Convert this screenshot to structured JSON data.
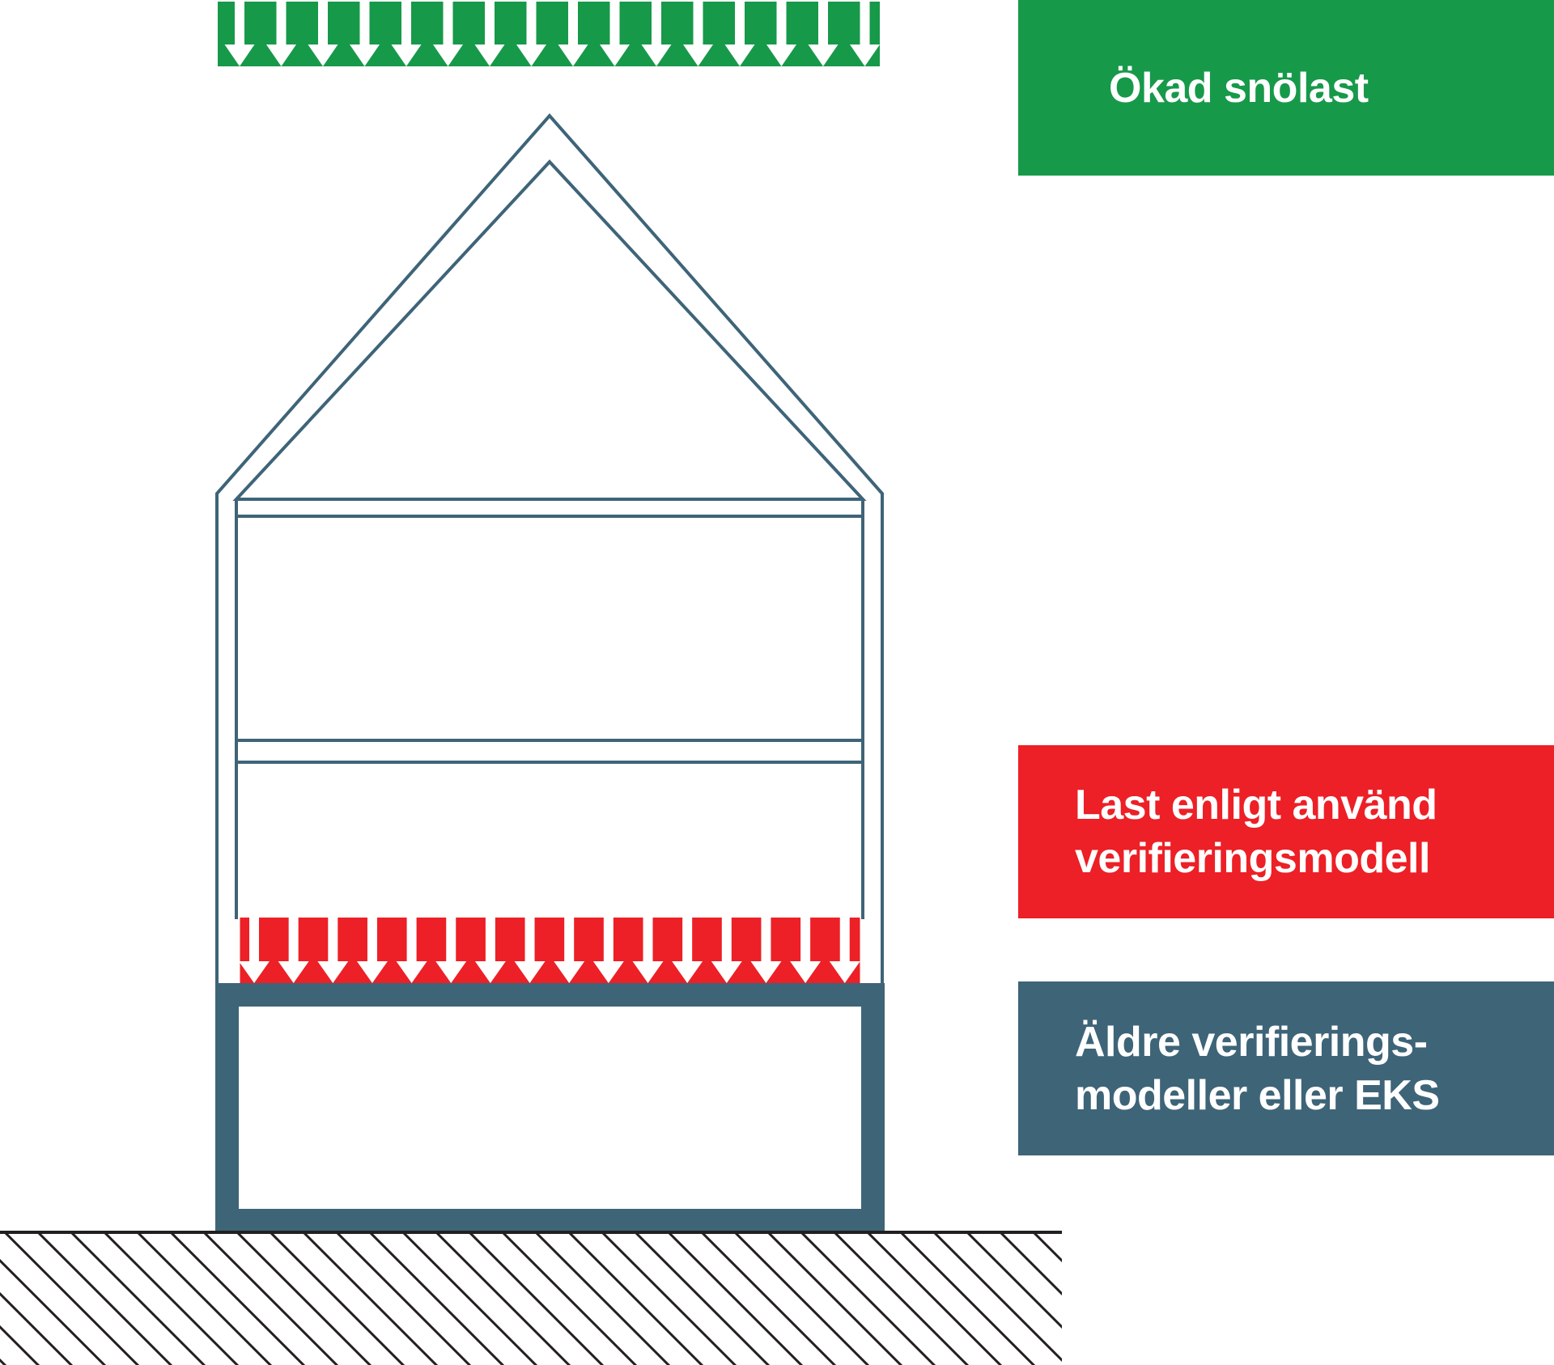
{
  "colors": {
    "green": "#17994A",
    "red": "#EC2026",
    "slate": "#3E6478",
    "ink": "#231F20",
    "text": "#FFFFFF"
  },
  "snow_load": {
    "label": "Ökad snölast",
    "arrow_count": 16
  },
  "floor_load": {
    "label_line1": "Last enligt använd",
    "label_line2": "verifieringsmodell",
    "arrow_count": 16
  },
  "older_models": {
    "label_line1": "Äldre verifierings-",
    "label_line2": "modeller eller EKS"
  }
}
